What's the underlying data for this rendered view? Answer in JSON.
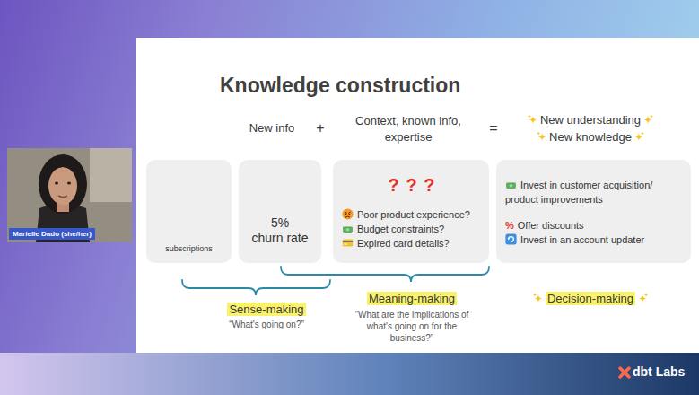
{
  "diagram": {
    "title": "Knowledge construction",
    "nodes": [
      {
        "text": [
          "Marielle Dado (she/her)"
        ]
      },
      {
        "text": [
          "subscriptions"
        ]
      },
      {
        "text": [
          "5%",
          "churn rate"
        ]
      },
      {
        "text": [
          "? ? ?",
          "Poor product experience?",
          "Budget constraints?",
          "Expired card details?"
        ]
      },
      {
        "text": [
          "Invest in customer acquisition/ product improvements",
          "%",
          "Offer discounts",
          "Invest in an account updater"
        ]
      }
    ],
    "labels": [
      "New info",
      "+",
      "Context, known info, expertise",
      "=",
      "New understanding",
      "New knowledge",
      "Sense-making",
      "“What's going on?”",
      "Meaning-making",
      "“What are the implications of what's going on for the business?”",
      "Decision-making",
      "dbt Labs"
    ]
  }
}
